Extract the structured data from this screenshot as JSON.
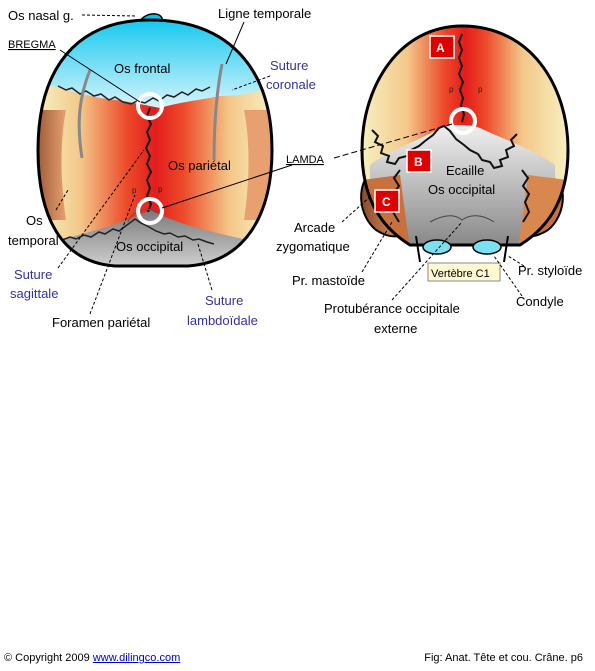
{
  "labels": {
    "os_nasal": "Os nasal g.",
    "ligne_temporale": "Ligne temporale",
    "bregma": "BREGMA",
    "os_frontal": "Os frontal",
    "suture_coronale_1": "Suture",
    "suture_coronale_2": "coronale",
    "os_parietal": "Os pariétal",
    "lamda": "LAMDA",
    "os_temporal_1": "Os",
    "os_temporal_2": "temporal",
    "os_occipital": "Os occipital",
    "suture_sagittale_1": "Suture",
    "suture_sagittale_2": "sagittale",
    "suture_lambdoidale_1": "Suture",
    "suture_lambdoidale_2": "lambdoïdale",
    "foramen_parietal": "Foramen pariétal",
    "marker_a": "A",
    "marker_b": "B",
    "marker_c": "C",
    "ecaille_1": "Ecaille",
    "ecaille_2": "Os occipital",
    "arcade_1": "Arcade",
    "arcade_2": "zygomatique",
    "mastoide": "Pr. mastoïde",
    "vertebre": "Vertèbre C1",
    "styloide": "Pr. styloïde",
    "condyle": "Condyle",
    "protuberance_1": "Protubérance occipitale",
    "protuberance_2": "externe"
  },
  "footer": {
    "copyright": "© Copyright 2009",
    "link": "www.dilingco.com",
    "caption": "Fig:  Anat. Tête et cou. Crâne. p6"
  },
  "colors": {
    "frontal_cyan": "#00c8f0",
    "parietal_red": "#e8201e",
    "parietal_cream": "#f8e8b0",
    "occipital_gray": "#9a9a9a",
    "temporal_brown": "#b86b40",
    "suture_blue": "#333399",
    "marker_red": "#dd0000"
  }
}
